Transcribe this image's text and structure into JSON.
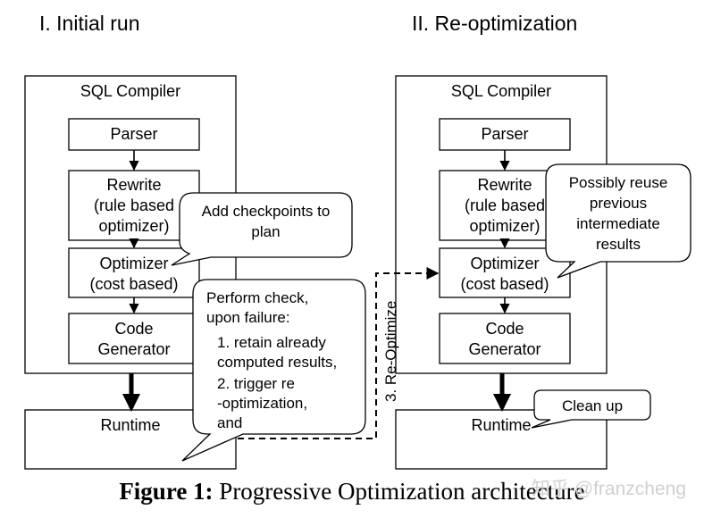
{
  "sections": {
    "initial": {
      "title": "I. Initial run",
      "compiler": "SQL Compiler"
    },
    "reopt": {
      "title": "II. Re-optimization",
      "compiler": "SQL Compiler"
    }
  },
  "boxes": {
    "parser": "Parser",
    "rewrite": "Rewrite\n(rule based\noptimizer)",
    "optimizer": "Optimizer\n(cost based)",
    "codegen": "Code\nGenerator",
    "runtime": "Runtime"
  },
  "callouts": {
    "checkpoints": "Add checkpoints to\nplan",
    "perform_check": "Perform check,\nupon failure:",
    "perform_items": [
      "1. retain already\ncomputed results,",
      "2. trigger re\n  -optimization,\n  and"
    ],
    "reuse": "Possibly reuse\nprevious\nintermediate\nresults",
    "cleanup": "Clean up"
  },
  "flow_label": "3. Re-Optimize",
  "caption": {
    "prefix": "Figure 1:",
    "text": " Progressive Optimization architecture"
  },
  "watermark": "知乎 @franzcheng"
}
